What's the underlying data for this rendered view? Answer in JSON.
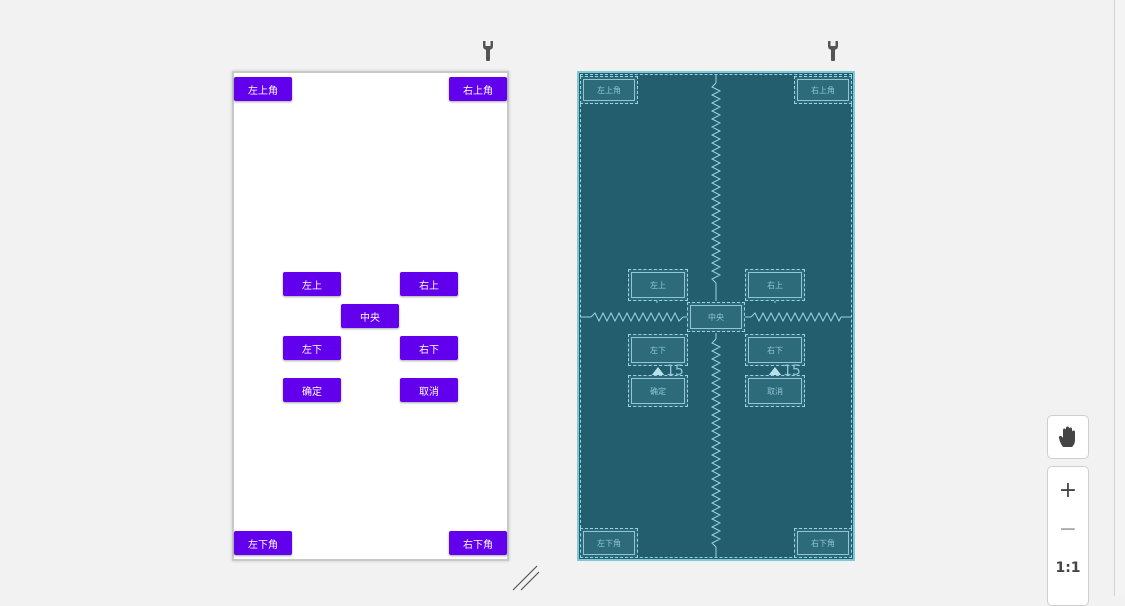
{
  "design": {
    "buttons": {
      "top_left_corner": "左上角",
      "top_right_corner": "右上角",
      "top_left": "左上",
      "top_right": "右上",
      "center": "中央",
      "bottom_left": "左下",
      "bottom_right": "右下",
      "confirm": "确定",
      "cancel": "取消",
      "bottom_left_corner": "左下角",
      "bottom_right_corner": "右下角"
    }
  },
  "blueprint": {
    "buttons": {
      "top_left_corner": "左上角",
      "top_right_corner": "右上角",
      "top_left": "左上",
      "top_right": "右上",
      "center": "中央",
      "bottom_left": "左下",
      "bottom_right": "右下",
      "confirm": "确定",
      "cancel": "取消",
      "bottom_left_corner": "左下角",
      "bottom_right_corner": "右下角"
    },
    "margin_left": "15",
    "margin_right": "15"
  },
  "tools": {
    "pan_icon": "hand-icon",
    "zoom_in": "+",
    "zoom_out": "−",
    "actual_size": "1:1"
  },
  "colors": {
    "accent": "#6200ee",
    "blueprint_bg": "#235e6f",
    "blueprint_line": "#8fc7d4"
  }
}
